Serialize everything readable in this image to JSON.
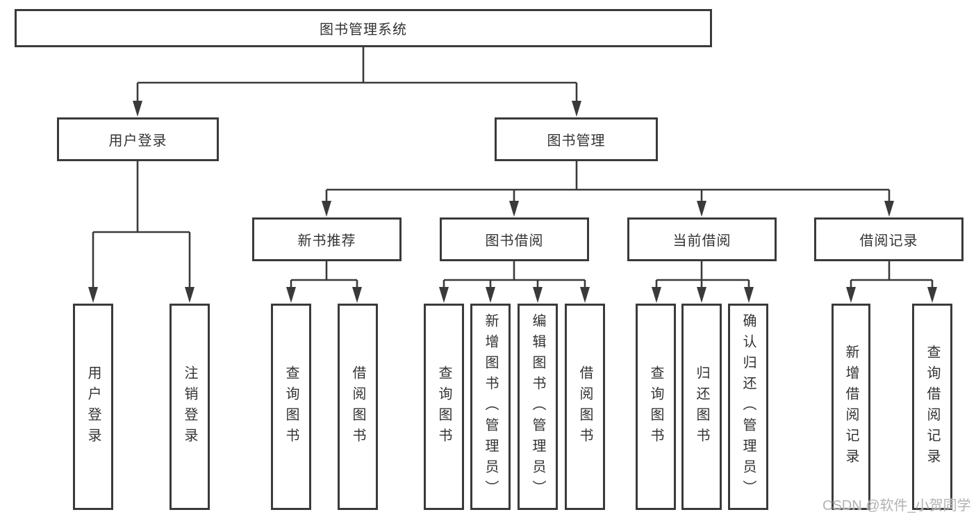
{
  "tree": {
    "label": "图书管理系统",
    "children": [
      {
        "label": "用户登录",
        "children": [
          {
            "label": "用户登录"
          },
          {
            "label": "注销登录"
          }
        ]
      },
      {
        "label": "图书管理",
        "children": [
          {
            "label": "新书推荐",
            "children": [
              {
                "label": "查询图书"
              },
              {
                "label": "借阅图书"
              }
            ]
          },
          {
            "label": "图书借阅",
            "children": [
              {
                "label": "查询图书"
              },
              {
                "label": "新增图书（管理员）"
              },
              {
                "label": "编辑图书（管理员）"
              },
              {
                "label": "借阅图书"
              }
            ]
          },
          {
            "label": "当前借阅",
            "children": [
              {
                "label": "查询图书"
              },
              {
                "label": "归还图书"
              },
              {
                "label": "确认归还（管理员）"
              }
            ]
          },
          {
            "label": "借阅记录",
            "children": [
              {
                "label": "新增借阅记录"
              },
              {
                "label": "查询借阅记录"
              }
            ]
          }
        ]
      }
    ]
  },
  "watermark": {
    "text": "CSDN @软件_小贺同学"
  },
  "colors": {
    "line": "#3a3a3a",
    "text": "#333333",
    "watermark": "#b2b2b2",
    "background": "#ffffff"
  }
}
